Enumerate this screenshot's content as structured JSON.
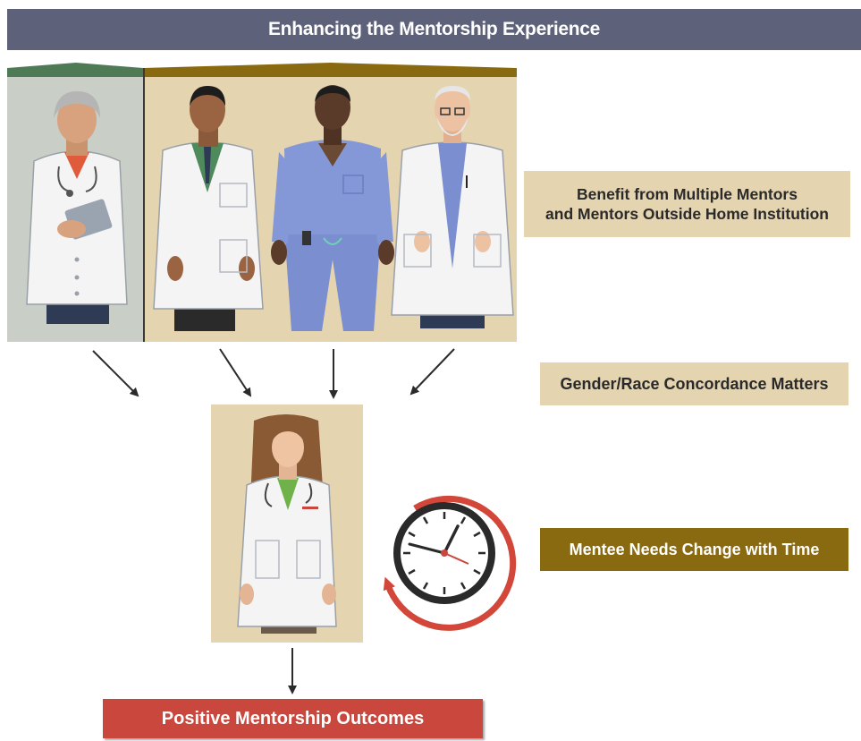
{
  "title": "Enhancing the Mentorship Experience",
  "boxes": {
    "multiple_mentors_line1": "Benefit from Multiple Mentors",
    "multiple_mentors_line2": "and Mentors Outside Home Institution",
    "concordance": "Gender/Race Concordance Matters",
    "mentee_needs": "Mentee Needs Change with Time",
    "outcomes": "Positive Mentorship Outcomes"
  },
  "figures": {
    "mentors": [
      "female-senior-doctor-icon",
      "male-doctor-tie-icon",
      "male-surgeon-scrubs-icon",
      "male-senior-doctor-beard-icon"
    ],
    "mentee": "female-mentee-doctor-icon",
    "timer": "clock-icon"
  },
  "colors": {
    "title_bg": "#5d617a",
    "panel_tan": "#e5d4b0",
    "panel_gray": "#c9cec6",
    "roof_green": "#4e7a55",
    "roof_gold": "#8a6a10",
    "mentee_box": "#8a6a10",
    "outcome_box": "#c9473d",
    "clock_arrow": "#d2473a"
  }
}
